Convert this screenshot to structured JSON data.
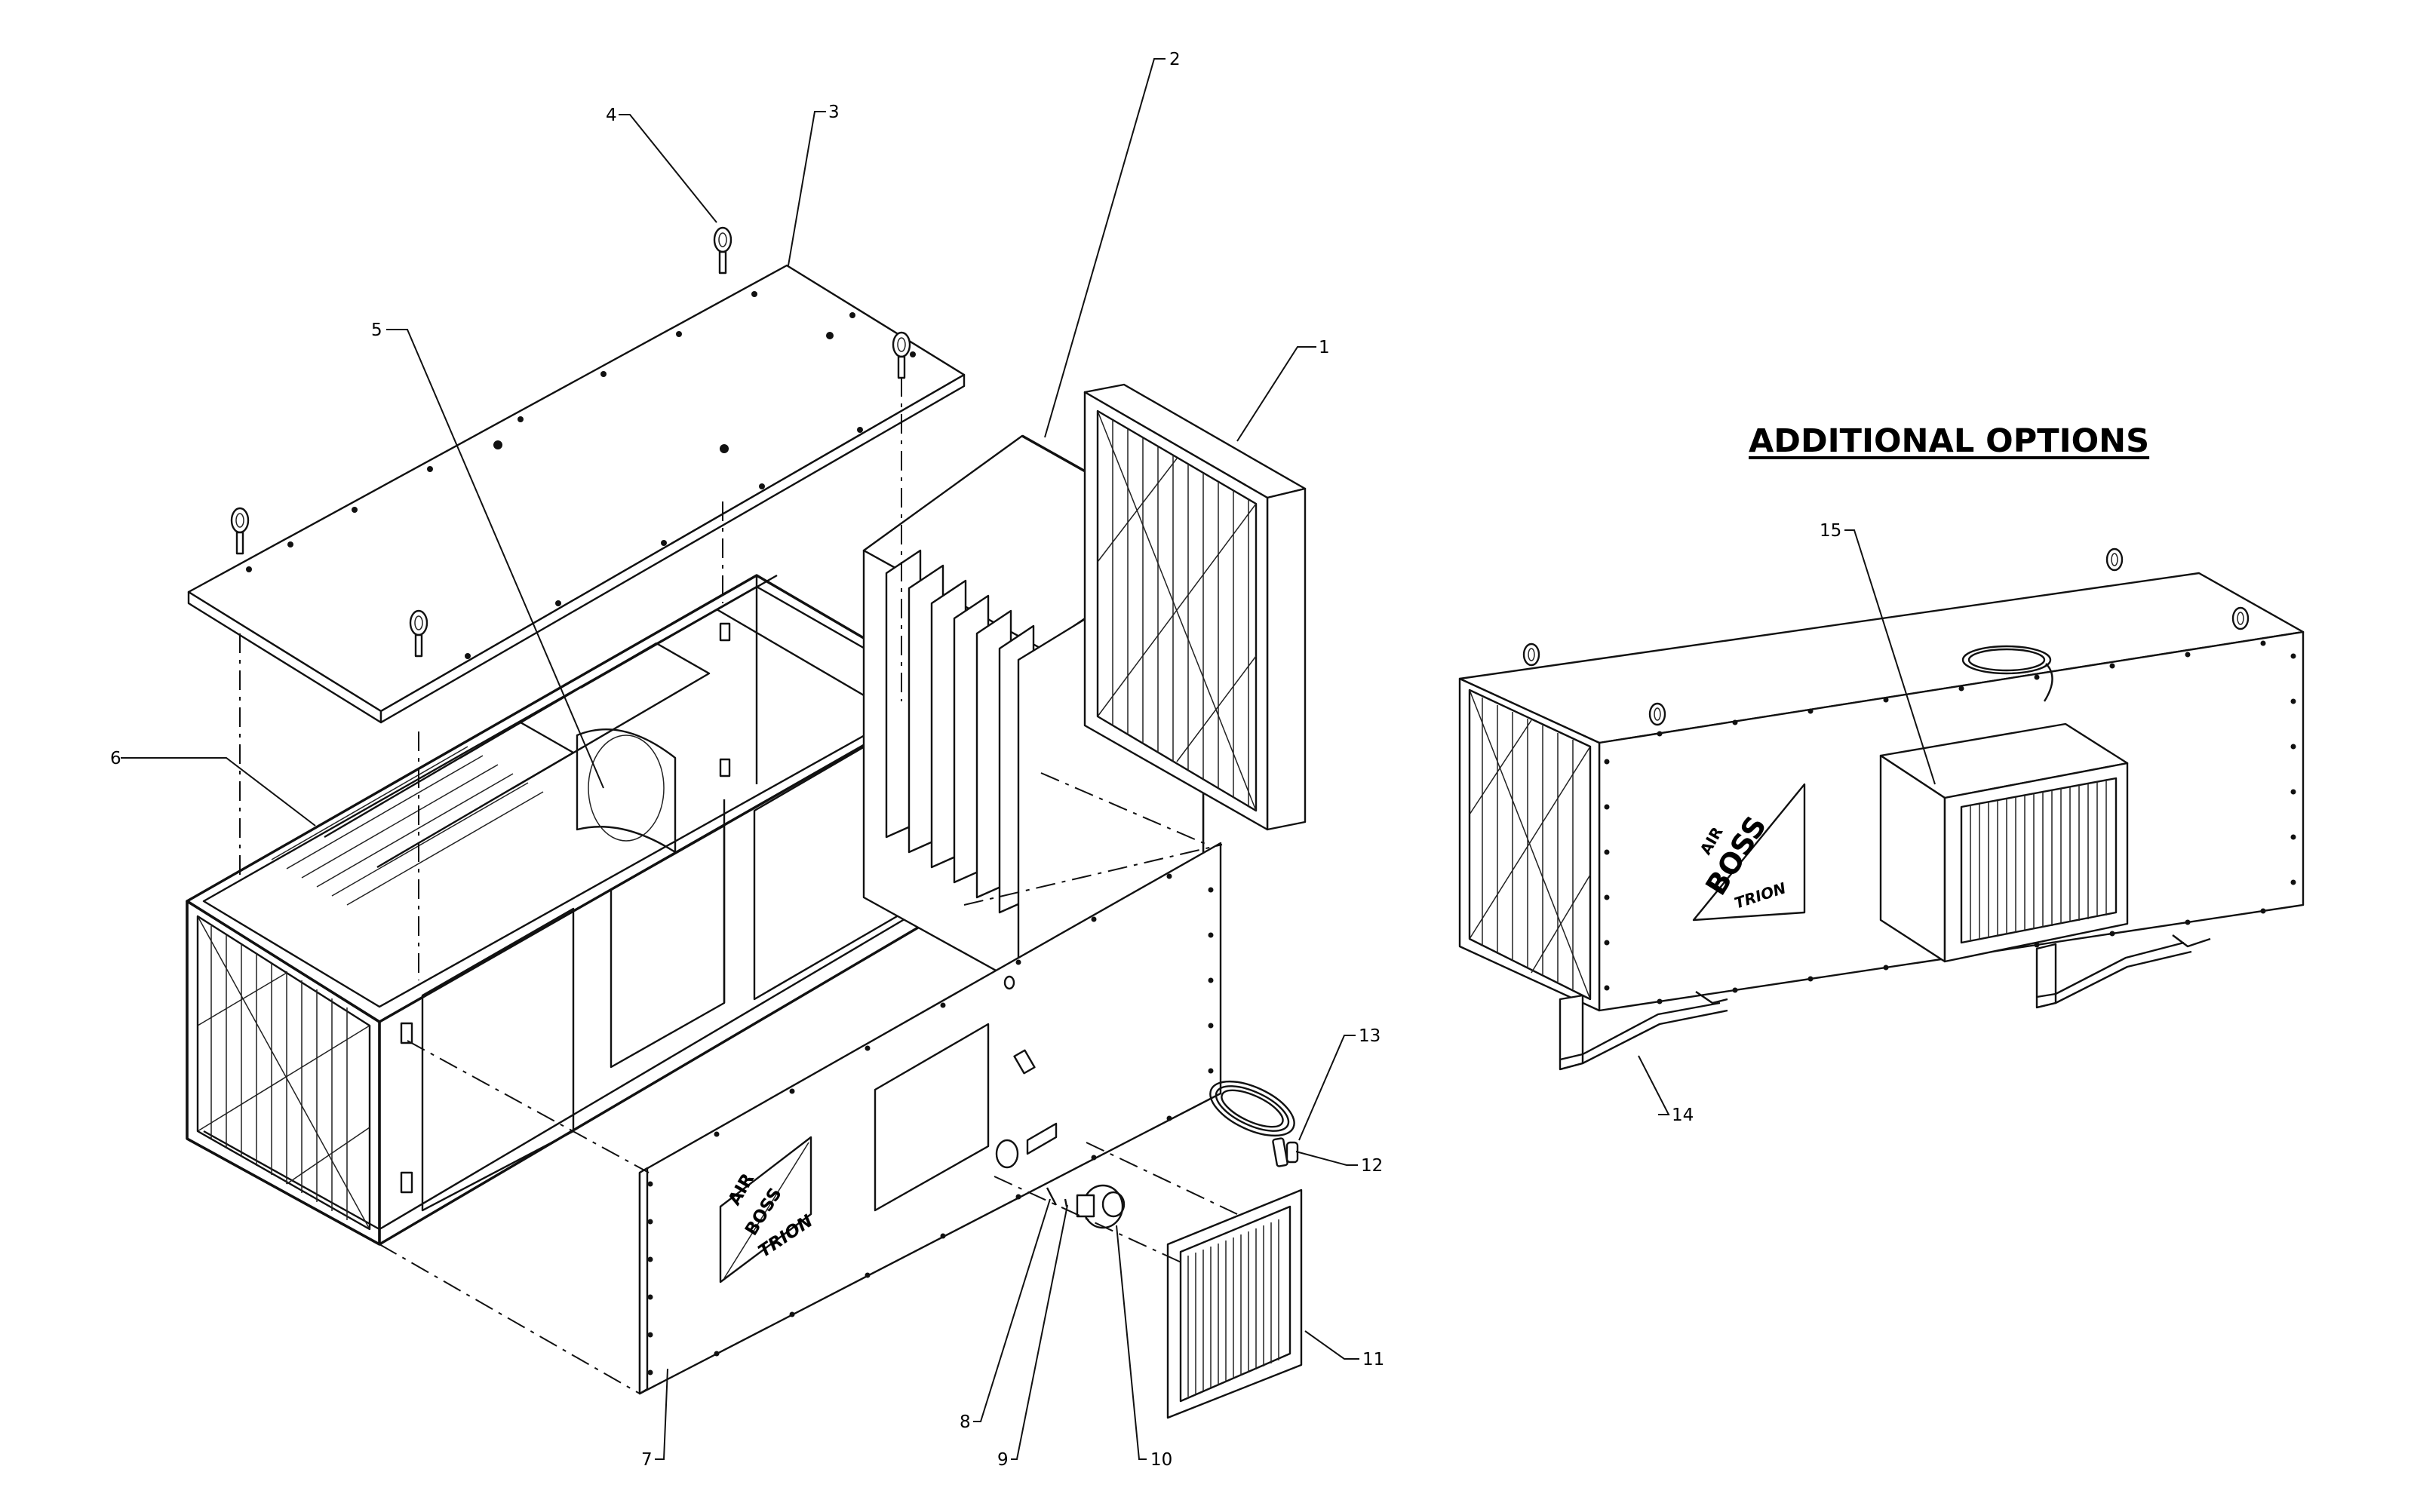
{
  "heading": "ADDITIONAL OPTIONS",
  "brand": {
    "air": "AIR",
    "boss": "BOSS",
    "trion": "TRION"
  },
  "callouts": [
    "1",
    "2",
    "3",
    "4",
    "5",
    "6",
    "7",
    "8",
    "9",
    "10",
    "11",
    "12",
    "13",
    "14",
    "15"
  ]
}
